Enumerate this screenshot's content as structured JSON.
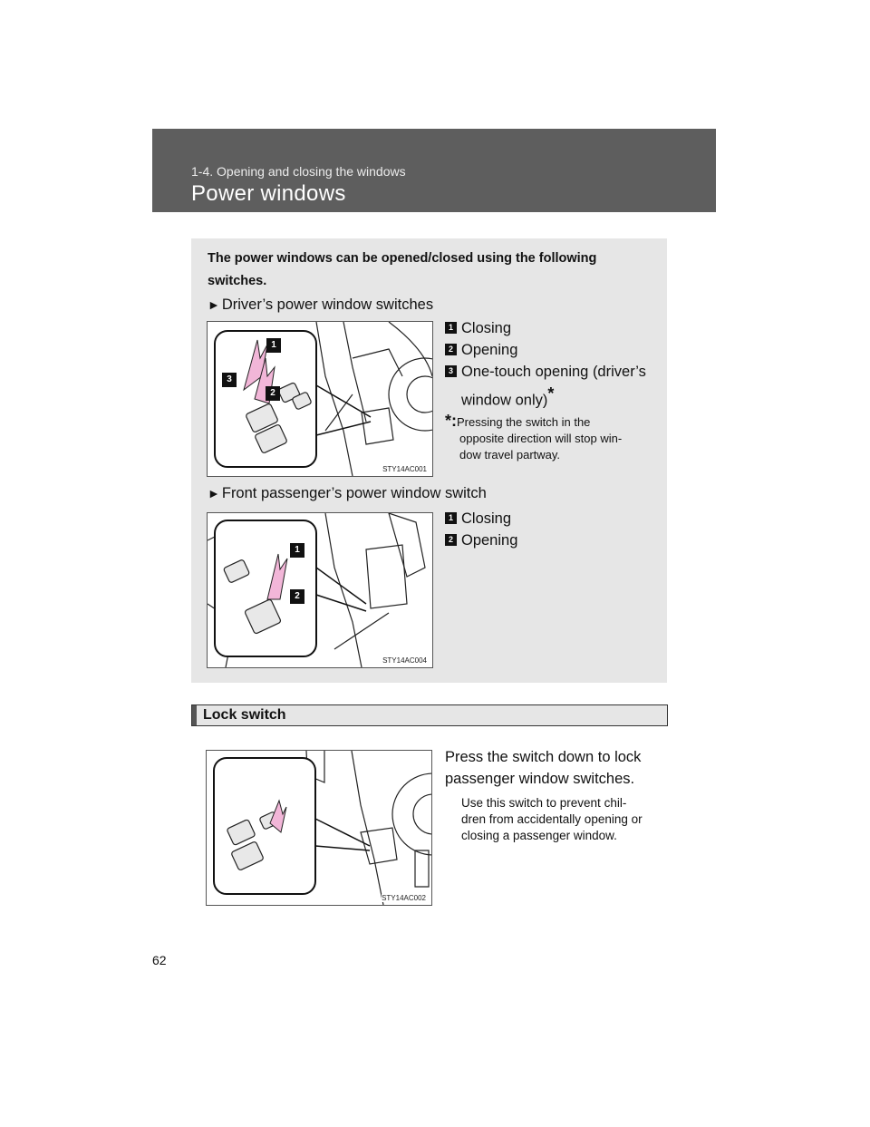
{
  "header": {
    "section": "1-4. Opening and closing the windows",
    "title": "Power windows"
  },
  "intro": "The power windows can be opened/closed using the following switches.",
  "driver": {
    "heading": "Driver’s power window switches",
    "items": [
      "Closing",
      "Opening",
      "One-touch opening (driver’s",
      "window only)"
    ],
    "footnote_line1": "Pressing the switch in the",
    "footnote_line2": "opposite direction will stop win-",
    "footnote_line3": "dow travel partway.",
    "figure_code": "STY14AC001"
  },
  "passenger": {
    "heading": "Front passenger’s power window switch",
    "items": [
      "Closing",
      "Opening"
    ],
    "figure_code": "STY14AC004"
  },
  "lock": {
    "title": "Lock switch",
    "text_line1": "Press the switch down to lock",
    "text_line2": "passenger window switches.",
    "note_line1": "Use this switch to prevent chil-",
    "note_line2": "dren from accidentally opening or",
    "note_line3": "closing a passenger window.",
    "figure_code": "STY14AC002"
  },
  "callouts": {
    "one": "1",
    "two": "2",
    "three": "3"
  },
  "footnote_mark": "*:",
  "asterisk": "*",
  "arrow": "►",
  "page_number": "62"
}
